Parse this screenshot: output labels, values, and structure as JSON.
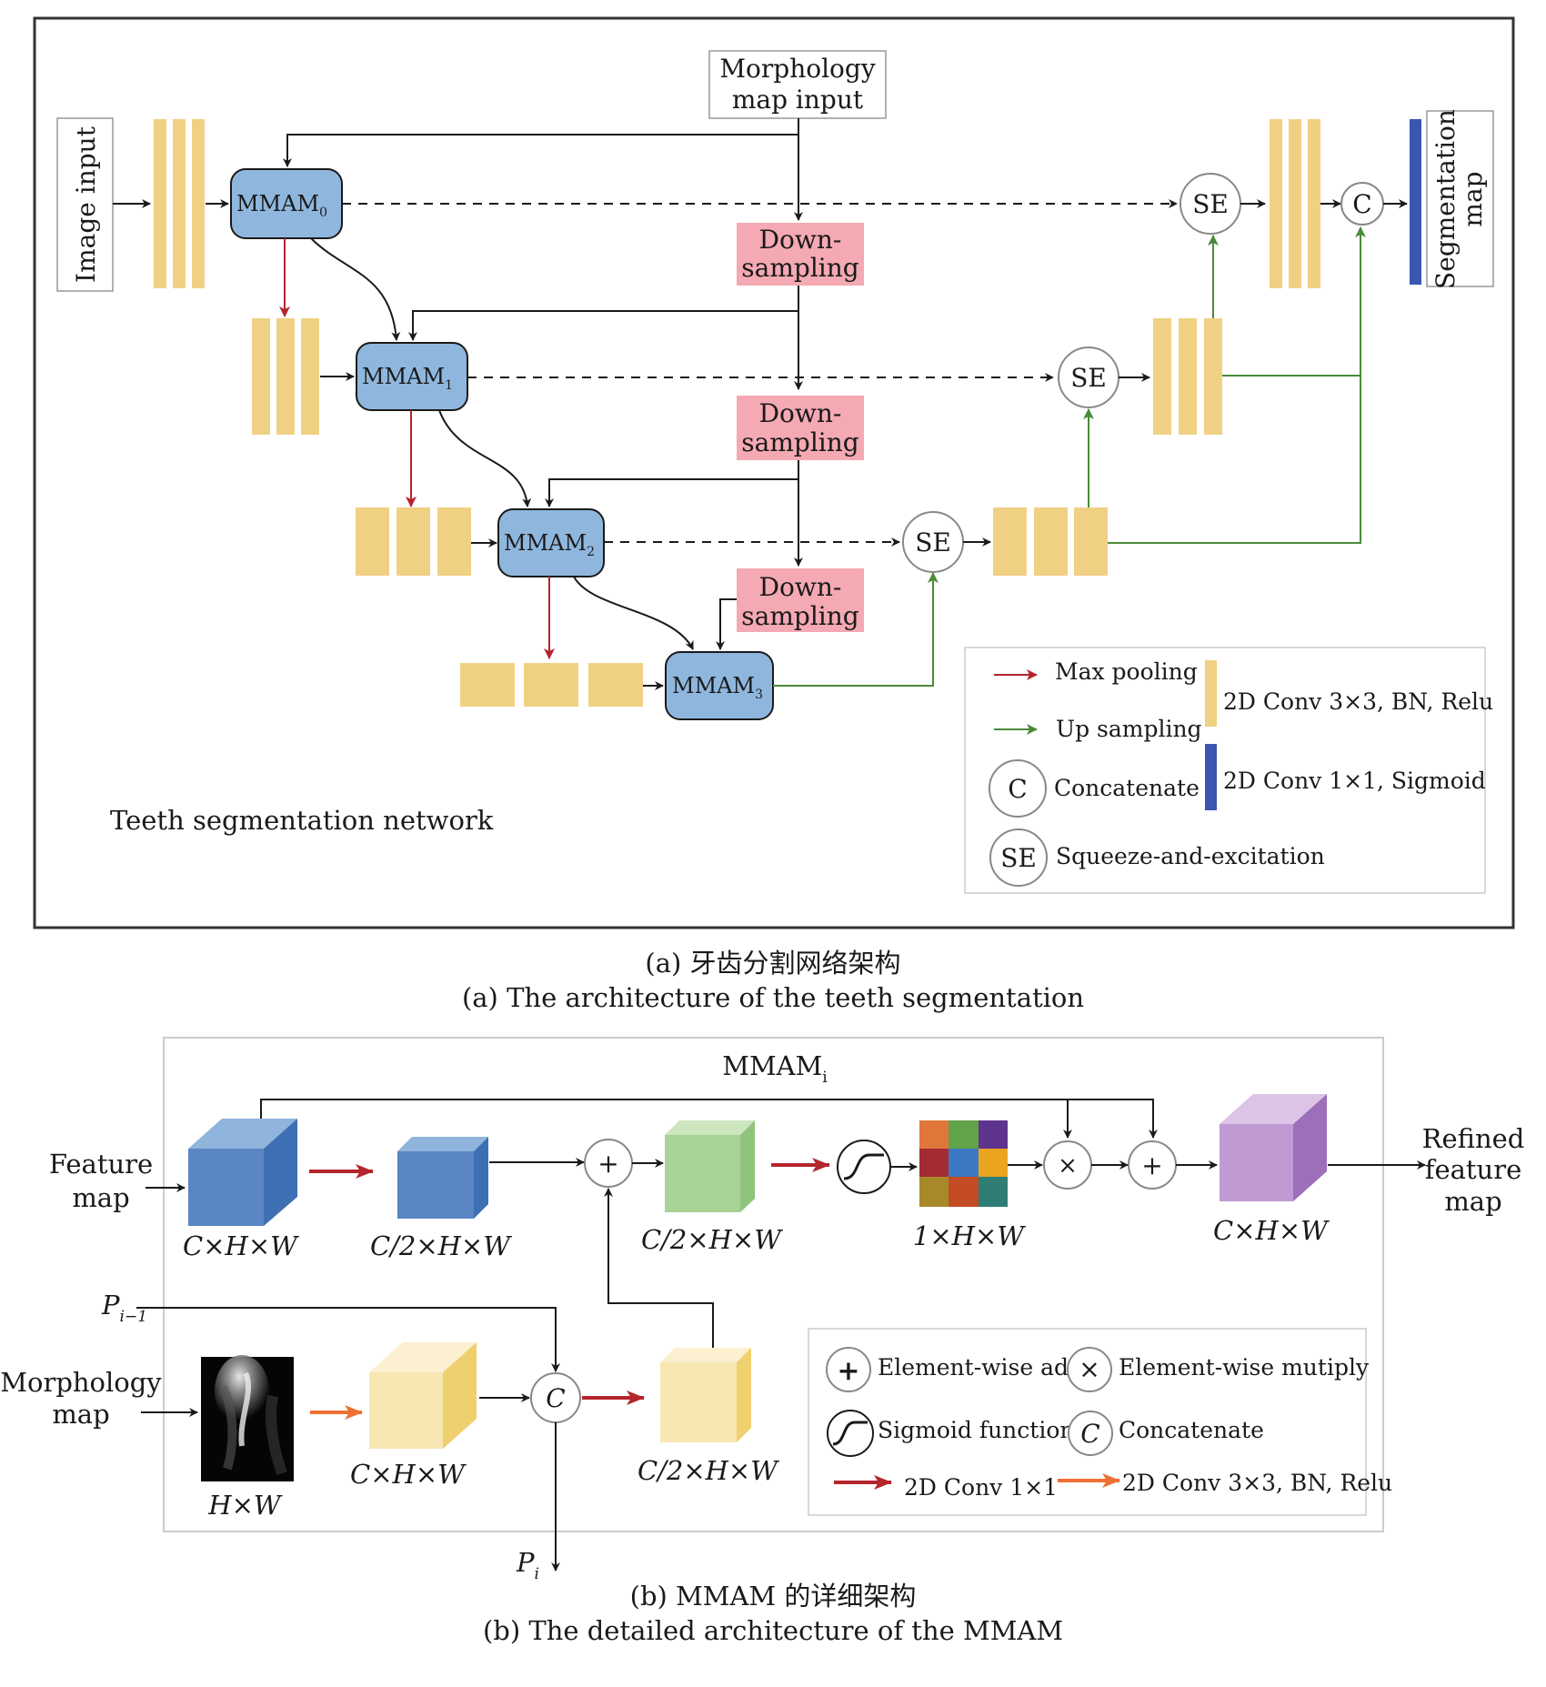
{
  "colors": {
    "yellow_block": "#f0d184",
    "blue_module": "#8fb7de",
    "pink_downsample": "#f4a9b3",
    "dark_blue_block": "#3a56b0",
    "red_arrow": "#b4252d",
    "green_arrow": "#4a8a3a",
    "orange_arrow": "#ee7133",
    "cube_blue": "#5a86c4",
    "cube_green": "#a9d297",
    "cube_purple": "#c09ad2",
    "cube_yellow": "#f8e6b3"
  },
  "panel_a": {
    "image_input": "Image input",
    "morph_input_line1": "Morphology",
    "morph_input_line2": "map input",
    "mmam0": "MMAM",
    "mmam0_sub": "0",
    "mmam1": "MMAM",
    "mmam1_sub": "1",
    "mmam2": "MMAM",
    "mmam2_sub": "2",
    "mmam3": "MMAM",
    "mmam3_sub": "3",
    "down1_line1": "Down-",
    "down1_line2": "sampling",
    "down2_line1": "Down-",
    "down2_line2": "sampling",
    "down3_line1": "Down-",
    "down3_line2": "sampling",
    "se_label": "SE",
    "concat_label": "C",
    "output_line1": "Segmentation",
    "output_line2": "map",
    "network_title": "Teeth segmentation network",
    "legend": {
      "max_pooling": "Max pooling",
      "up_sampling": "Up sampling",
      "concat_symbol": "C",
      "concatenate": "Concatenate",
      "se_symbol": "SE",
      "se_text": "Squeeze-and-excitation",
      "conv3": "2D Conv 3×3, BN, Relu",
      "conv1": "2D Conv 1×1, Sigmoid"
    }
  },
  "caption_a_cn": "(a) 牙齿分割网络架构",
  "caption_a_en": "(a) The architecture of the teeth segmentation",
  "panel_b": {
    "title": "MMAM",
    "title_sub": "i",
    "feature_map_line1": "Feature",
    "feature_map_line2": "map",
    "dim_c_h_w": "C×H×W",
    "dim_c2_h_w": "C/2×H×W",
    "dim_c2_h_w_2": "C/2×H×W",
    "dim_1_h_w": "1×H×W",
    "dim_out": "C×H×W",
    "refined_line1": "Refined",
    "refined_line2": "feature",
    "refined_line3": "map",
    "p_prev": "P",
    "p_prev_sub": "i−1",
    "morph_line1": "Morphology",
    "morph_line2": "map",
    "dim_hw": "H×W",
    "dim_morph_cube": "C×H×W",
    "dim_morph_out": "C/2×H×W",
    "p_out": "P",
    "p_out_sub": "i",
    "plus_symbol": "+",
    "times_symbol": "×",
    "concat_symbol": "C",
    "legend": {
      "add_symbol": "+",
      "add": "Element-wise add",
      "mul_symbol": "×",
      "mul": "Element-wise mutiply",
      "sigmoid": "Sigmoid function",
      "concat_symbol": "C",
      "concat": "Concatenate",
      "conv1": "2D Conv 1×1",
      "conv3": "2D Conv 3×3, BN, Relu"
    }
  },
  "caption_b_cn": "(b) MMAM 的详细架构",
  "caption_b_en": "(b) The detailed architecture of the MMAM"
}
